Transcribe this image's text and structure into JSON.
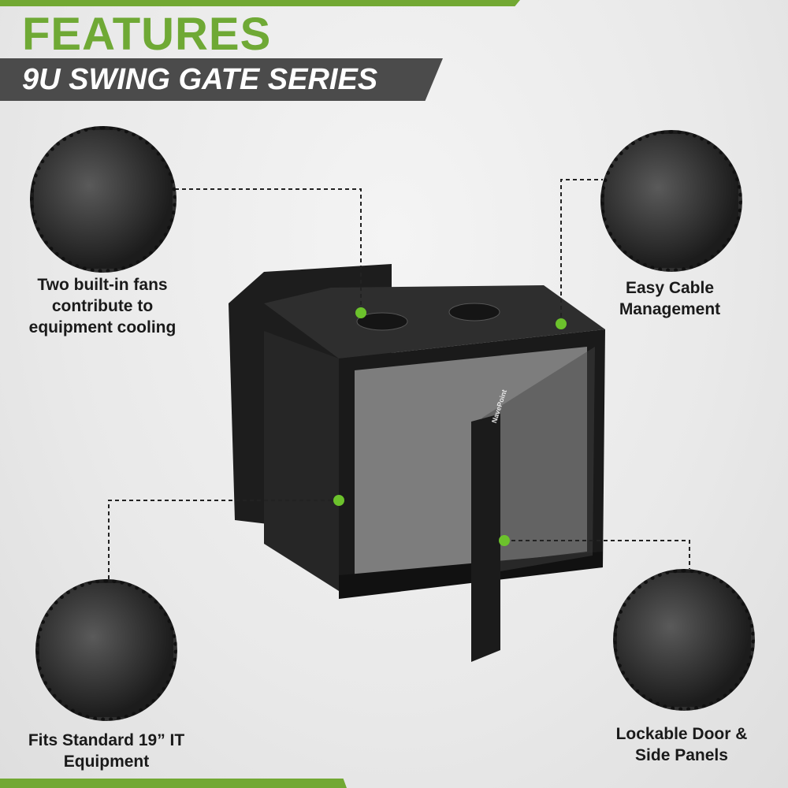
{
  "header": {
    "title": "FEATURES",
    "subtitle": "9U SWING GATE SERIES"
  },
  "colors": {
    "accent": "#72a833",
    "banner": "#4b4b4b",
    "callout_dot": "#6cc22c"
  },
  "features": [
    {
      "label": "Two built-in fans contribute to equipment cooling",
      "icon": "fan-detail-image"
    },
    {
      "label": "Easy Cable Management",
      "icon": "cable-rail-detail-image"
    },
    {
      "label": "Fits Standard 19” IT Equipment",
      "icon": "rack-base-detail-image"
    },
    {
      "label": "Lockable Door & Side Panels",
      "icon": "lock-key-detail-image"
    }
  ],
  "product": {
    "brand_mark": "NavePoint"
  }
}
